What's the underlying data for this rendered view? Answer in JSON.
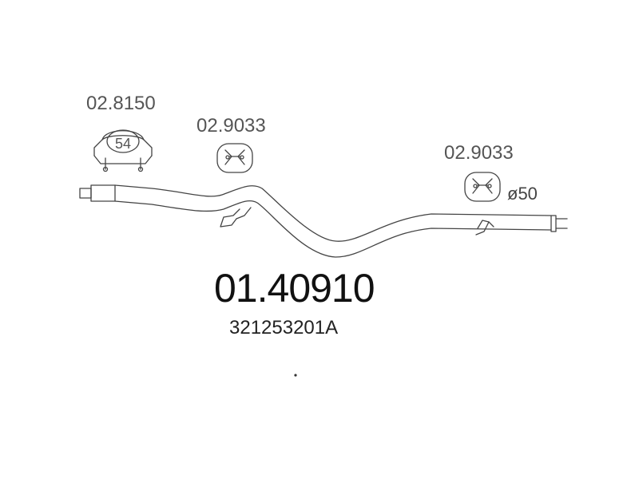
{
  "labels": {
    "clamp_part": "02.8150",
    "clamp_size": "54",
    "hanger_part_1": "02.9033",
    "hanger_part_2": "02.9033",
    "diameter": "ø50",
    "main_part_number": "01.40910",
    "oem_number": "321253201A"
  },
  "colors": {
    "line": "#444444",
    "background": "#ffffff"
  }
}
